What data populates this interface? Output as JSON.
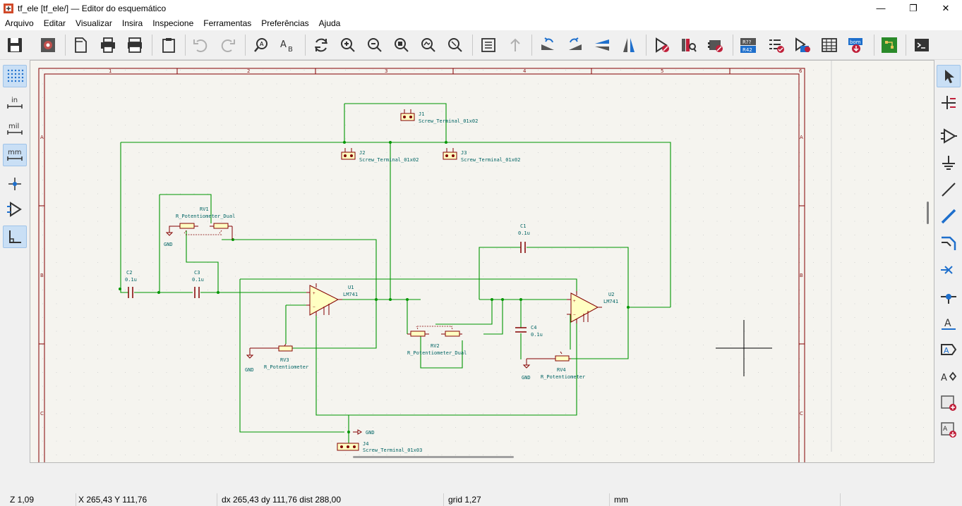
{
  "window": {
    "title": "tf_ele [tf_ele/] — Editor do esquemático",
    "controls": [
      "minimize",
      "maximize",
      "close"
    ]
  },
  "menubar": {
    "items": [
      "Arquivo",
      "Editar",
      "Visualizar",
      "Insira",
      "Inspecione",
      "Ferramentas",
      "Preferências",
      "Ajuda"
    ]
  },
  "toolbar": {
    "icons": [
      "save-icon",
      "schematic-setup-icon",
      "page-settings-icon",
      "print-icon",
      "plot-icon",
      "paste-icon",
      "undo-icon",
      "redo-icon",
      "find-icon",
      "find-replace-icon",
      "refresh-icon",
      "zoom-in-icon",
      "zoom-out-icon",
      "zoom-fit-icon",
      "zoom-objects-icon",
      "zoom-selection-icon",
      "hierarchy-navigator-icon",
      "leave-sheet-icon",
      "rotate-ccw-icon",
      "rotate-cw-icon",
      "mirror-v-icon",
      "mirror-h-icon",
      "symbol-editor-icon",
      "symbol-browser-icon",
      "footprint-assign-icon",
      "annotate-icon",
      "erc-icon",
      "simulator-icon",
      "field-editor-icon",
      "bom-icon",
      "pcb-editor-icon",
      "scripting-console-icon"
    ],
    "annotate_label_top": "R??",
    "annotate_label_bottom": "R42",
    "bom_label": "bom"
  },
  "left_toolbar": {
    "grid_icon": "grid-icon",
    "unit_in": "in",
    "unit_mil": "mil",
    "unit_mm": "mm",
    "cursor_icon": "crosshair-icon",
    "pin_icon": "hidden-pins-icon",
    "angle_icon": "line-angle-icon"
  },
  "right_toolbar": {
    "icons": [
      "select-icon",
      "highlight-net-icon",
      "add-symbol-icon",
      "add-power-icon",
      "add-wire-icon",
      "add-bus-icon",
      "bus-entry-icon",
      "no-connect-icon",
      "junction-icon",
      "net-label-icon",
      "global-label-icon",
      "hier-label-icon",
      "add-sheet-icon",
      "import-sheet-pin-icon"
    ]
  },
  "schematic": {
    "border_cols": [
      "1",
      "2",
      "3",
      "4",
      "5",
      "6"
    ],
    "border_rows": [
      "A",
      "B",
      "C"
    ],
    "components": {
      "J1": {
        "ref": "J1",
        "value": "Screw_Terminal_01x02"
      },
      "J2": {
        "ref": "J2",
        "value": "Screw_Terminal_01x02"
      },
      "J3": {
        "ref": "J3",
        "value": "Screw_Terminal_01x02"
      },
      "J4": {
        "ref": "J4",
        "value": "Screw_Terminal_01x03"
      },
      "RV1": {
        "ref": "RV1",
        "value": "R_Potentiometer_Dual"
      },
      "RV2": {
        "ref": "RV2",
        "value": "R_Potentiometer_Dual"
      },
      "RV3": {
        "ref": "RV3",
        "value": "R_Potentiometer"
      },
      "RV4": {
        "ref": "RV4",
        "value": "R_Potentiometer"
      },
      "C1": {
        "ref": "C1",
        "value": "0.1u"
      },
      "C2": {
        "ref": "C2",
        "value": "0.1u"
      },
      "C3": {
        "ref": "C3",
        "value": "0.1u"
      },
      "C4": {
        "ref": "C4",
        "value": "0.1u"
      },
      "U1": {
        "ref": "U1",
        "value": "LM741"
      },
      "U2": {
        "ref": "U2",
        "value": "LM741"
      }
    },
    "gnd_label": "GND"
  },
  "statusbar": {
    "zoom": "Z 1,09",
    "cursor": "X 265,43  Y 111,76",
    "delta": "dx 265,43  dy 111,76  dist 288,00",
    "grid": "grid 1,27",
    "units": "mm"
  },
  "colors": {
    "wire": "#009600",
    "component": "#840000",
    "component_fill": "#ffffc2",
    "text": "#006464",
    "sheet_border": "#840000",
    "canvas_bg": "#f5f4ef"
  }
}
